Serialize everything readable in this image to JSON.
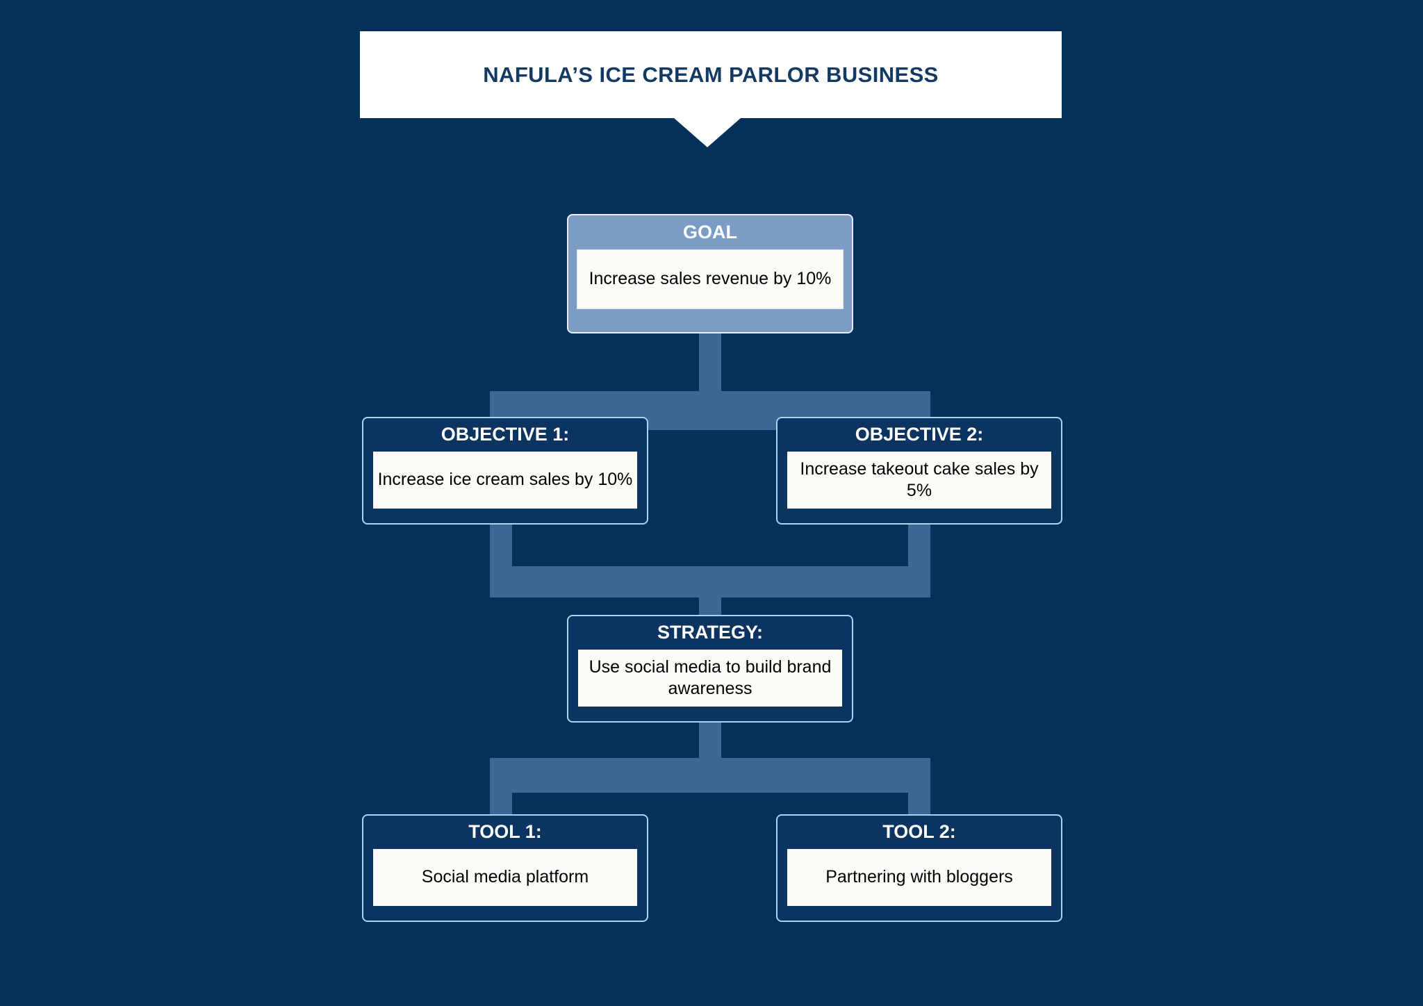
{
  "page": {
    "background_color": "#04305a",
    "connector_color": "#3f6795",
    "accent_border_color": "#a8d6f0",
    "goal_fill_color": "#7b9cc5",
    "node_fill_color": "#0b3460",
    "title_text_color": "#123a63"
  },
  "banner": {
    "title": "NAFULA’S ICE CREAM PARLOR BUSINESS"
  },
  "nodes": {
    "goal": {
      "title": "GOAL",
      "body": "Increase sales revenue  by 10%"
    },
    "objective1": {
      "title": "OBJECTIVE 1:",
      "body": "Increase ice cream sales by 10%"
    },
    "objective2": {
      "title": "OBJECTIVE 2:",
      "body": "Increase takeout cake sales by 5%"
    },
    "strategy": {
      "title": "STRATEGY:",
      "body": "Use social media to build brand awareness"
    },
    "tool1": {
      "title": "TOOL 1:",
      "body": "Social media platform"
    },
    "tool2": {
      "title": "TOOL 2:",
      "body": "Partnering with bloggers"
    }
  }
}
